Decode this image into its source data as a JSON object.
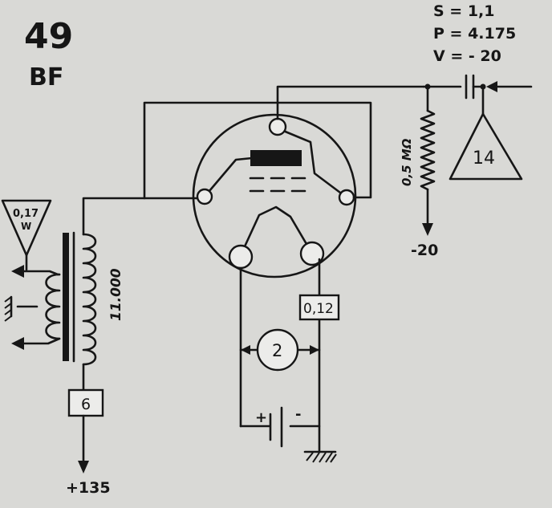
{
  "header": {
    "tube_number": "49",
    "tube_type": "BF"
  },
  "params": {
    "s": "S = 1,1",
    "p": "P = 4.175",
    "v": "V = - 20"
  },
  "labels": {
    "speaker_power_top": "0,17",
    "speaker_power_unit": "W",
    "transformer_ratio": "11.000",
    "plate_resistor": "6",
    "plate_supply": "+135",
    "grid_resistor": "0,5 MΩ",
    "grid_bias": "-20",
    "input_stage": "14",
    "filament_resistor": "0,12",
    "filament_battery": "2",
    "battery_plus": "+",
    "battery_minus": "-"
  },
  "icons": {
    "speaker": "speaker-triangle-icon",
    "ground": "ground-icon",
    "resistor": "resistor-zigzag-icon",
    "capacitor": "capacitor-icon",
    "battery": "battery-icon",
    "tube": "vacuum-tube-icon"
  }
}
